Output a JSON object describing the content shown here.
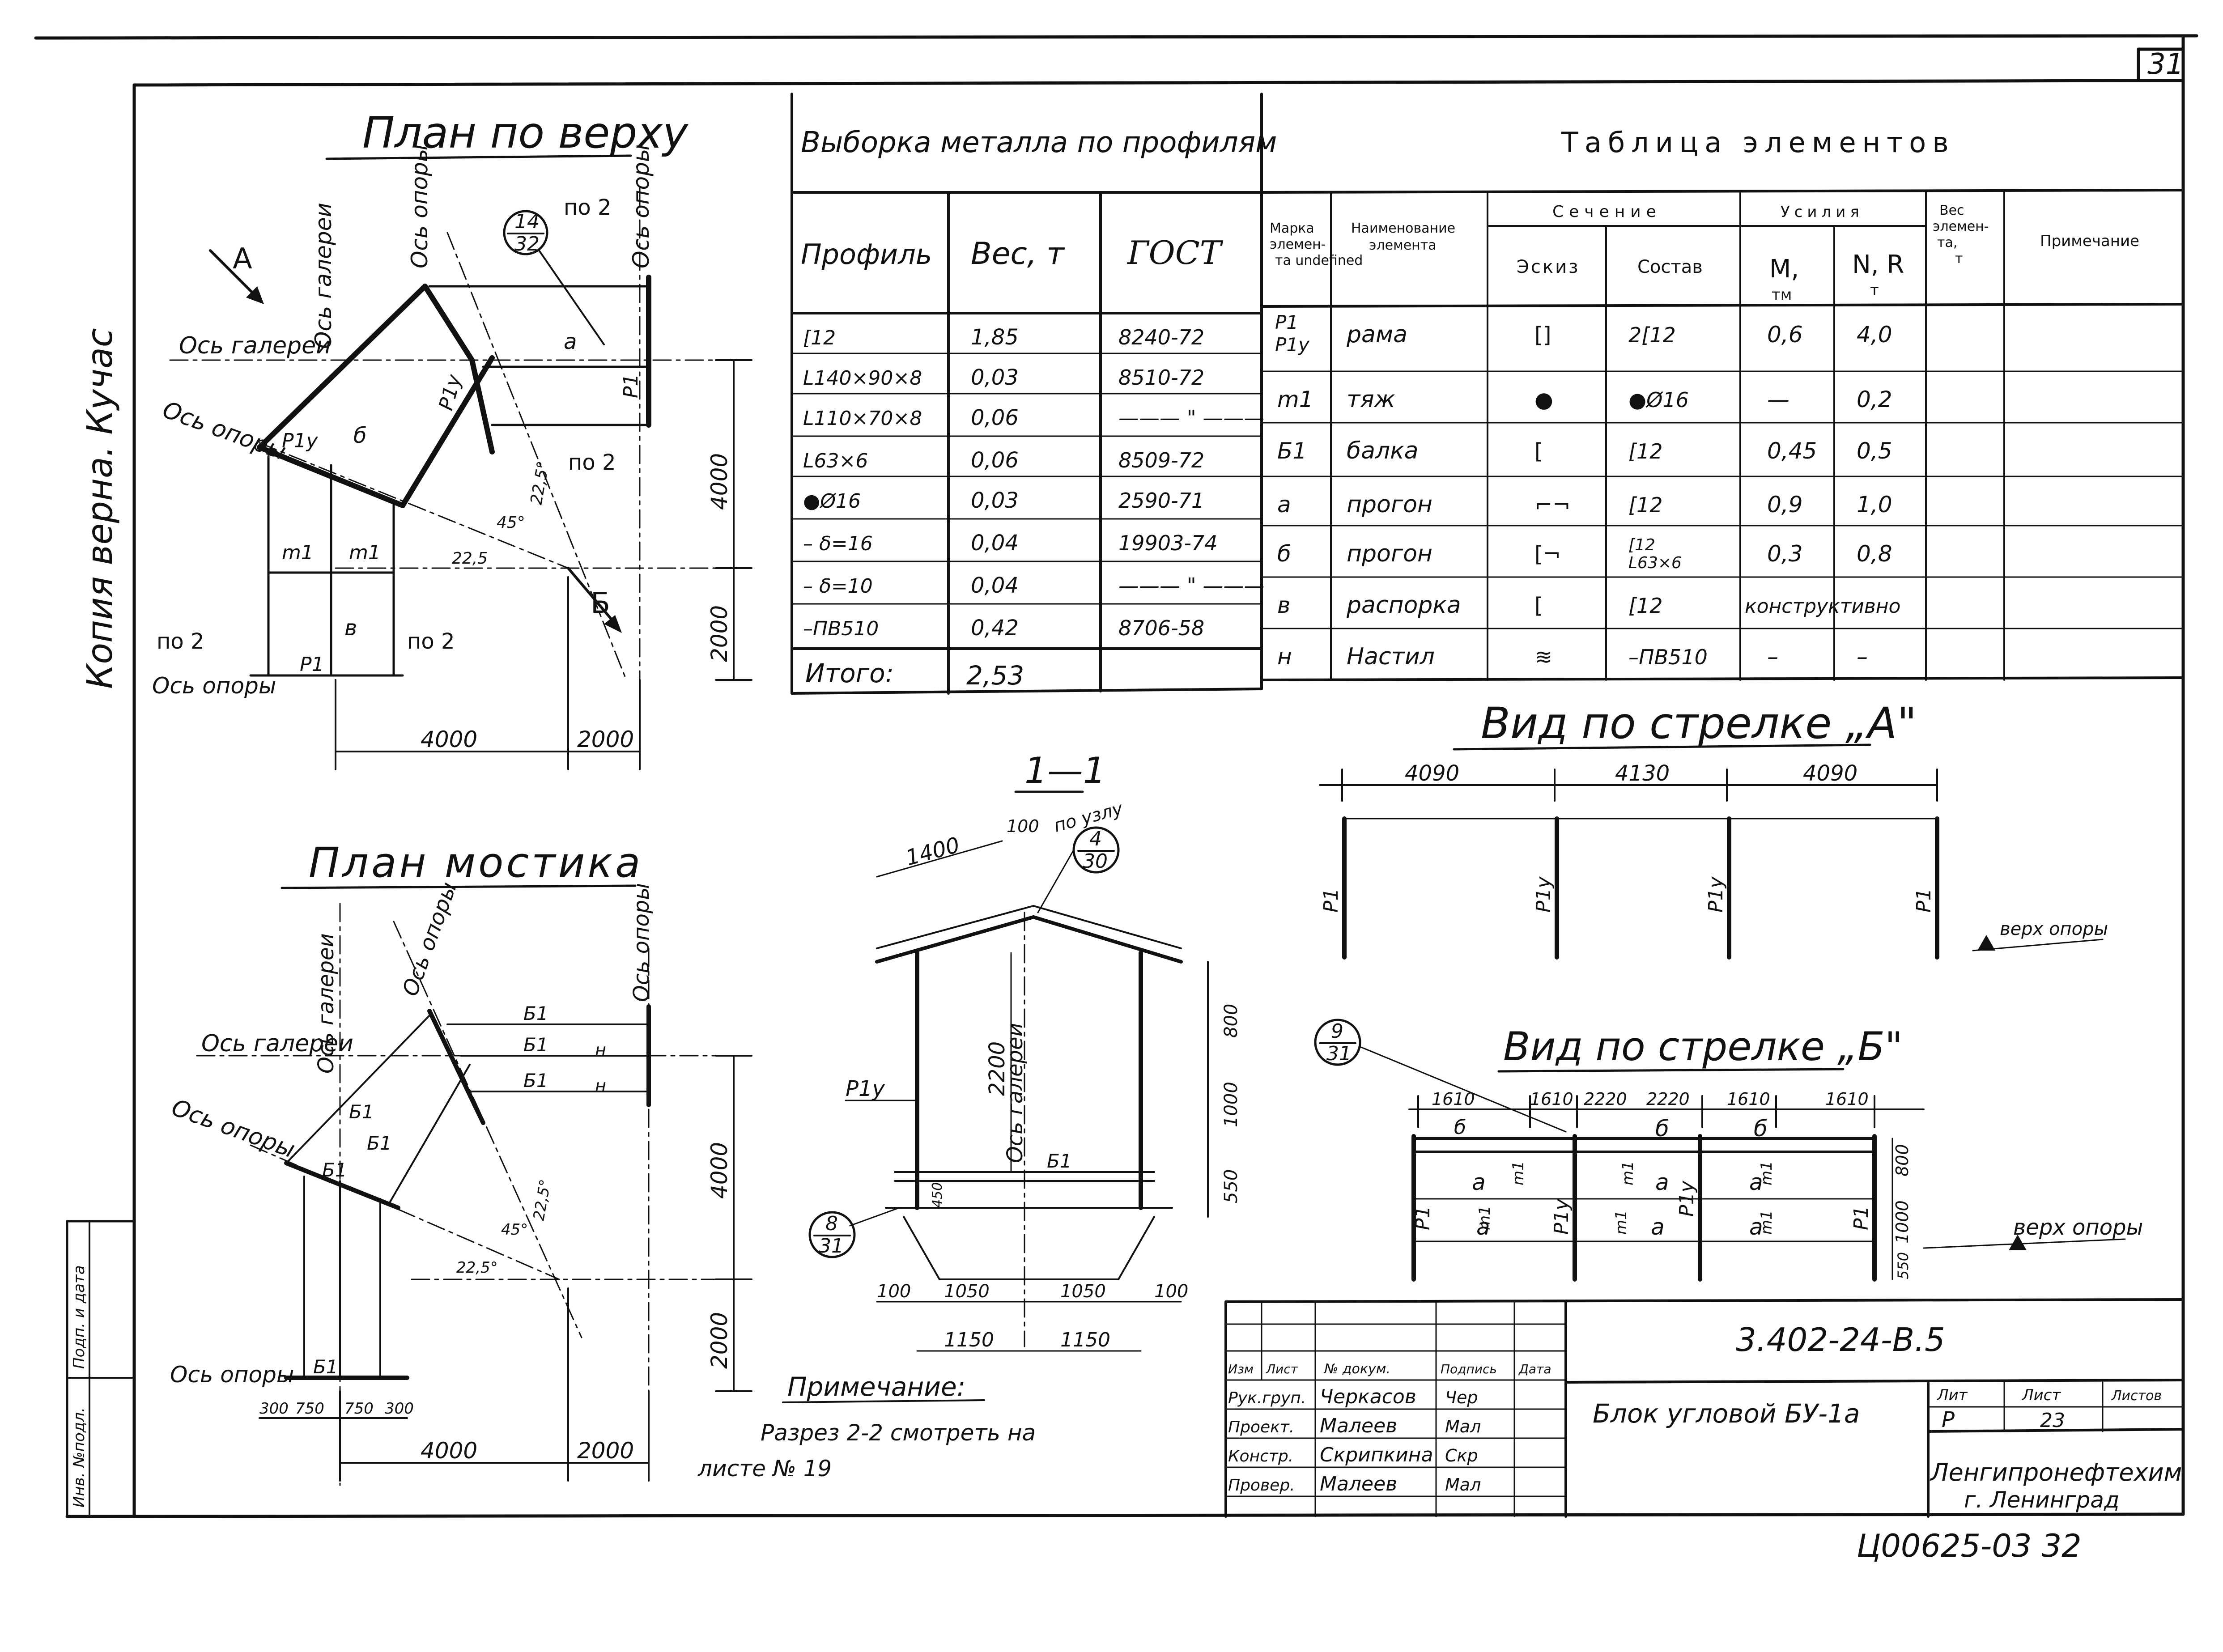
{
  "sheet_number": "31",
  "stamp_left": "Копия верна. Кучас",
  "left_margin_labels": [
    "Инв. №подл.",
    "Подп. и дата"
  ],
  "plan_top": {
    "title": "План по верху",
    "labels": {
      "axis_gallery_v": "Ось галереи",
      "axis_support_d": "Ось опоры",
      "axis_support_r": "Ось опоры",
      "axis_gallery_h": "Ось\nгалереи",
      "axis_support_l": "Ось\nопоры",
      "axis_support_b": "Ось\nопоры",
      "arrow_a": "А",
      "arrow_b": "Б",
      "node_num": "14",
      "node_den": "32",
      "po2_a": "по 2",
      "po2_b": "по 2",
      "po2_c": "по 2",
      "po2_d": "по 2",
      "p1y_a": "Р1у",
      "p1y_b": "Р1у",
      "p1_a": "Р1",
      "p1_b": "Р1",
      "m1_a": "m1",
      "m1_b": "m1",
      "a_lbl": "а",
      "b_lbl": "б",
      "v_lbl": "в",
      "ang_225a": "22,5",
      "ang_225b": "22,5°",
      "ang_45": "45°"
    },
    "dims": {
      "d4000h": "4000",
      "d2000h": "2000",
      "d4000v": "4000",
      "d2000v": "2000"
    }
  },
  "profile_table": {
    "title": "Выборка металла по профилям",
    "headers": [
      "Профиль",
      "Вес, т",
      "ГОСТ"
    ],
    "rows": [
      [
        "[12",
        "1,85",
        "8240-72"
      ],
      [
        "L140×90×8",
        "0,03",
        "8510-72"
      ],
      [
        "L110×70×8",
        "0,06",
        "——— \" ———"
      ],
      [
        "L63×6",
        "0,06",
        "8509-72"
      ],
      [
        "●Ø16",
        "0,03",
        "2590-71"
      ],
      [
        "– δ=16",
        "0,04",
        "19903-74"
      ],
      [
        "– δ=10",
        "0,04",
        "——— \" ———"
      ],
      [
        "–ПВ510",
        "0,42",
        "8706-58"
      ]
    ],
    "total_label": "Итого:",
    "total_value": "2,53"
  },
  "elements_table": {
    "title": "Таблица элементов",
    "h_mark": "Марка элемен- та",
    "h_name": "Наименование элемента",
    "h_section": "Сечение",
    "h_sketch": "Эскиз",
    "h_comp": "Состав",
    "h_forces": "Усилия",
    "h_m": "М, тм",
    "h_n": "N, R т",
    "h_weight": "Вес элемен- та, т",
    "h_note": "Примечание",
    "rows": [
      {
        "mark": "Р1\nР1у",
        "name": "рама",
        "sketch": "[]",
        "comp": "2[12",
        "m": "0,6",
        "n": "4,0"
      },
      {
        "mark": "m1",
        "name": "тяж",
        "sketch": "●",
        "comp": "●Ø16",
        "m": "—",
        "n": "0,2"
      },
      {
        "mark": "Б1",
        "name": "балка",
        "sketch": "[",
        "comp": "[12",
        "m": "0,45",
        "n": "0,5"
      },
      {
        "mark": "а",
        "name": "прогон",
        "sketch": "⌐¬",
        "comp": "[12",
        "m": "0,9",
        "n": "1,0"
      },
      {
        "mark": "б",
        "name": "прогон",
        "sketch": "[¬",
        "comp": "[12\nL63×6",
        "m": "0,3",
        "n": "0,8"
      },
      {
        "mark": "в",
        "name": "распорка",
        "sketch": "[",
        "comp": "[12",
        "m": "конструктивно",
        "n": ""
      },
      {
        "mark": "н",
        "name": "Настил",
        "sketch": "≋",
        "comp": "–ПВ510",
        "m": "–",
        "n": "–"
      }
    ]
  },
  "view_a": {
    "title": "Вид по стрелке „А\"",
    "dims": [
      "4090",
      "4130",
      "4090"
    ],
    "labels": [
      "Р1",
      "Р1у",
      "Р1у",
      "Р1"
    ],
    "top_support": "верх опоры"
  },
  "view_b": {
    "title": "Вид по стрелке „Б\"",
    "node_num": "9",
    "node_den": "31",
    "dims": [
      "1610",
      "1610",
      "2220",
      "2220",
      "1610",
      "1610"
    ],
    "vdims": [
      "800",
      "1000",
      "550"
    ],
    "labels": [
      "Р1",
      "Р1у",
      "Р1у",
      "Р1"
    ],
    "b": "б",
    "a": "а",
    "m": "m1",
    "top_support": "верх опоры"
  },
  "plan_bridge": {
    "title": "План мостика",
    "labels": {
      "axis_gallery_v": "Ось галереи",
      "axis_support_d": "Ось опоры",
      "axis_support_r": "Ось опоры",
      "axis_gallery_h": "Ось\nгалереи",
      "axis_support_l": "Ось\nопоры",
      "axis_support_b": "Ось\nопоры",
      "b1": "Б1",
      "n": "н",
      "ang_225a": "22,5°",
      "ang_225b": "22,5°",
      "ang_45": "45°"
    },
    "dims": {
      "d300a": "300",
      "d750a": "750",
      "d750b": "750",
      "d300b": "300",
      "d4000h": "4000",
      "d2000h": "2000",
      "d4000v": "4000",
      "d2000v": "2000"
    }
  },
  "section": {
    "title": "1—1",
    "node_to": "по узлу",
    "node_num": "4",
    "node_den": "30",
    "node2_num": "8",
    "node2_den": "31",
    "dims": {
      "d1400": "1400",
      "d100": "100",
      "d2200": "2200",
      "d800": "800",
      "d1000": "1000",
      "d550": "550",
      "d100a": "100",
      "d1050a": "1050",
      "d1050b": "1050",
      "d100b": "100",
      "d1150a": "1150",
      "d1150b": "1150",
      "d450": "450"
    },
    "labels": {
      "p1y": "Р1у",
      "b1": "Б1",
      "axis": "Ось галереи"
    }
  },
  "note": {
    "title": "Примечание:",
    "line1": "Разрез 2-2 смотреть на",
    "line2": "листе № 19"
  },
  "title_block": {
    "code": "3.402-24-В.5",
    "name": "Блок угловой БУ-1а",
    "col_heads": [
      "Изм",
      "Лист",
      "№ докум.",
      "Подпись",
      "Дата"
    ],
    "roles": [
      {
        "role": "Рук.груп.",
        "person": "Черкасов",
        "sig": "Чер"
      },
      {
        "role": "Проект.",
        "person": "Малеев",
        "sig": "Мал"
      },
      {
        "role": "Констр.",
        "person": "Скрипкина",
        "sig": "Скр"
      },
      {
        "role": "Провер.",
        "person": "Малеев",
        "sig": "Мал"
      }
    ],
    "stage_head": "Лит",
    "sheet_head": "Лист",
    "sheets_head": "Листов",
    "stage": "Р",
    "sheet": "23",
    "org": "Ленгипронефтехим",
    "city": "г. Ленинград"
  },
  "bottom_code": "Ц00625-03  32"
}
